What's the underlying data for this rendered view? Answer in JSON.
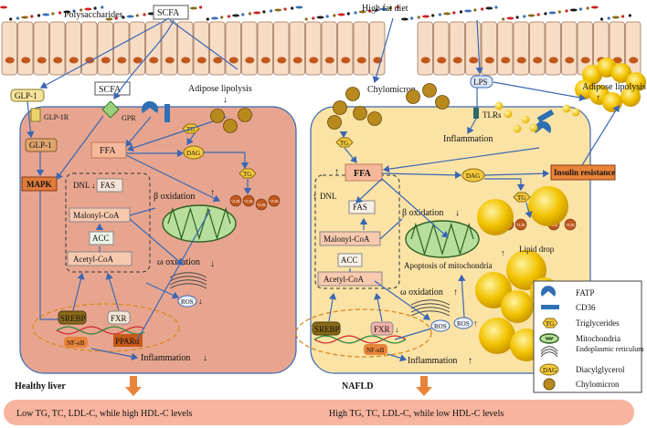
{
  "colors": {
    "healthy_cell": "#e7a58f",
    "nafld_cell": "#fbe3a6",
    "intestine": "#f7dcc6",
    "nucleus": "#c0581e",
    "arrow": "#3a67b3",
    "bottom_bar": "#f7b49e",
    "fatp": "#2f6fb3",
    "triglyceride": "#f3c93b",
    "chylomicron": "#b88a1e",
    "lipid_drop": "#f1c400"
  },
  "top": {
    "polysaccharides": "Polysaccharides",
    "scfa": "SCFA",
    "high_fat_diet": "High fat diet",
    "glp1": "GLP-1",
    "glp1r": "GLP-1R",
    "scfa_cell": "SCFA",
    "gpr": "GPR",
    "adipose_lipolysis_left": "Adipose lipolysis",
    "chylomicron": "Chylomicron",
    "lps": "LPS",
    "tlrs": "TLRs",
    "inflammation_top": "Inflammation",
    "adipose_lipolysis_right": "Adipose lipolysis",
    "insulin_resistance": "Insulin resistance"
  },
  "healthy": {
    "glp1": "GLP-1",
    "mapk": "MAPK",
    "ffa": "FFA",
    "tg": "TG",
    "dag": "DAG",
    "tg2": "TG",
    "dnl": "DNL",
    "fas": "FAS",
    "malonyl": "Malonyl-CoA",
    "acc": "ACC",
    "acetyl": "Acetyl-CoA",
    "beta_ox": "β oxidation",
    "omega_ox": "ω oxidation",
    "ros": "ROS",
    "srebp": "SREBP",
    "fxr": "FXR",
    "nfkb": "NF-κB",
    "ppara": "PPARα",
    "inflammation": "Inflammation",
    "label": "Healthy liver",
    "vldl": "VLDL"
  },
  "nafld": {
    "tg": "TG",
    "ffa": "FFA",
    "dag": "DAG",
    "tg2": "TG",
    "dnl": "DNL",
    "fas": "FAS",
    "malonyl": "Malonyl-CoA",
    "acc": "ACC",
    "acetyl": "Acetyl-CoA",
    "beta_ox": "β oxidation",
    "apoptosis": "Apoptosis of mitochondria",
    "lipid_drop": "Lipid drop",
    "omega_ox": "ω oxidation",
    "ros1": "ROS",
    "ros2": "ROS",
    "srebp": "SREBP",
    "fxr": "FXR",
    "nfkb": "NF-κB",
    "inflammation": "Inflammation",
    "label": "NAFLD",
    "vldl": "VLDL"
  },
  "bottom": {
    "left": "Low TG, TC, LDL-C, while high HDL-C levels",
    "right": "High TG, TC, LDL-C, while low HDL-C levels"
  },
  "legend": {
    "fatp": "FATP",
    "cd36": "CD36",
    "tg_symbol": "TG",
    "triglycerides": "Triglycerides",
    "mitochondria": "Mitochondria",
    "er": "Endoplasmic reticulum",
    "dag_symbol": "DAG",
    "diacylglycerol": "Diacylglycerol",
    "chylomicron": "Chylomicron"
  },
  "arrows": {
    "up": "↑",
    "down": "↓"
  }
}
